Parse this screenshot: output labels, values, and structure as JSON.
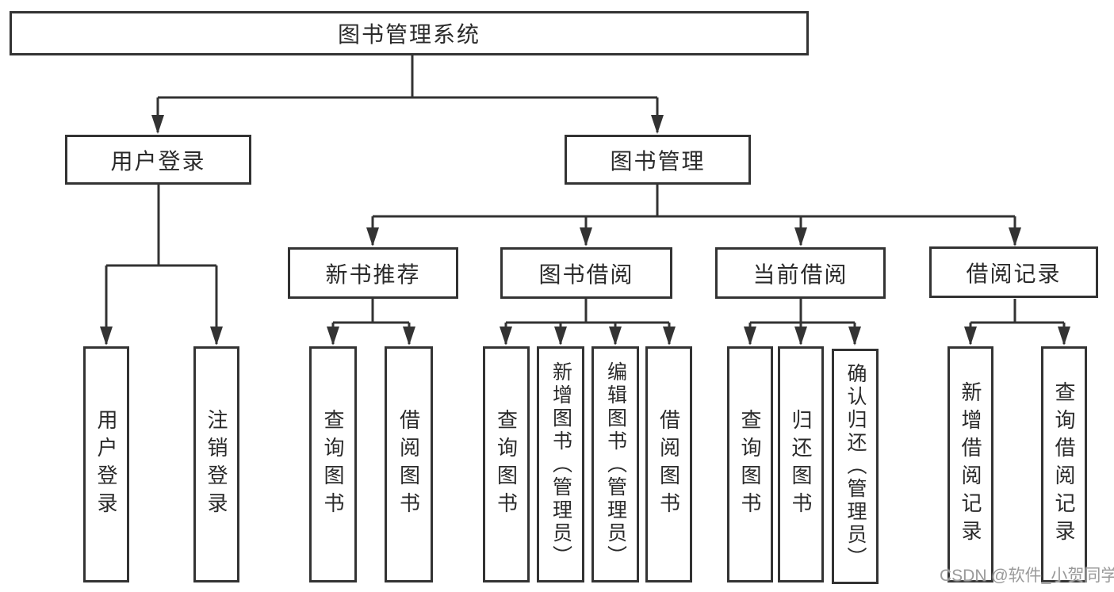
{
  "diagram": {
    "title": "图书管理系统",
    "type": "hierarchy-tree",
    "colors": {
      "line": "#333333",
      "text": "#2a2a2a",
      "background": "#ffffff",
      "watermark": "#9a9a9a"
    },
    "nodes": [
      {
        "id": "root",
        "label": "图书管理系统"
      },
      {
        "id": "user-login-branch",
        "label": "用户登录"
      },
      {
        "id": "book-management",
        "label": "图书管理"
      },
      {
        "id": "new-book-recommend",
        "label": "新书推荐"
      },
      {
        "id": "book-borrowing",
        "label": "图书借阅"
      },
      {
        "id": "current-borrowing",
        "label": "当前借阅"
      },
      {
        "id": "borrow-records",
        "label": "借阅记录"
      },
      {
        "id": "leaf-user-login",
        "label": "用户登录"
      },
      {
        "id": "leaf-logout",
        "label": "注销登录"
      },
      {
        "id": "leaf-query-books-1",
        "label": "查询图书"
      },
      {
        "id": "leaf-borrow-books-1",
        "label": "借阅图书"
      },
      {
        "id": "leaf-query-books-2",
        "label": "查询图书"
      },
      {
        "id": "leaf-add-book-admin",
        "label": "新增图书（管理员）"
      },
      {
        "id": "leaf-edit-book-admin",
        "label": "编辑图书（管理员）"
      },
      {
        "id": "leaf-borrow-books-2",
        "label": "借阅图书"
      },
      {
        "id": "leaf-query-books-3",
        "label": "查询图书"
      },
      {
        "id": "leaf-return-books",
        "label": "归还图书"
      },
      {
        "id": "leaf-confirm-return-admin",
        "label": "确认归还（管理员）"
      },
      {
        "id": "leaf-add-borrow-record",
        "label": "新增借阅记录"
      },
      {
        "id": "leaf-query-borrow-record",
        "label": "查询借阅记录"
      }
    ],
    "edges": [
      [
        "图书管理系统",
        "用户登录"
      ],
      [
        "图书管理系统",
        "图书管理"
      ],
      [
        "用户登录",
        "用户登录"
      ],
      [
        "用户登录",
        "注销登录"
      ],
      [
        "图书管理",
        "新书推荐"
      ],
      [
        "图书管理",
        "图书借阅"
      ],
      [
        "图书管理",
        "当前借阅"
      ],
      [
        "图书管理",
        "借阅记录"
      ],
      [
        "新书推荐",
        "查询图书"
      ],
      [
        "新书推荐",
        "借阅图书"
      ],
      [
        "图书借阅",
        "查询图书"
      ],
      [
        "图书借阅",
        "新增图书（管理员）"
      ],
      [
        "图书借阅",
        "编辑图书（管理员）"
      ],
      [
        "图书借阅",
        "借阅图书"
      ],
      [
        "当前借阅",
        "查询图书"
      ],
      [
        "当前借阅",
        "归还图书"
      ],
      [
        "当前借阅",
        "确认归还（管理员）"
      ],
      [
        "借阅记录",
        "新增借阅记录"
      ],
      [
        "借阅记录",
        "查询借阅记录"
      ]
    ],
    "watermark": "CSDN @软件_小贺同学"
  }
}
